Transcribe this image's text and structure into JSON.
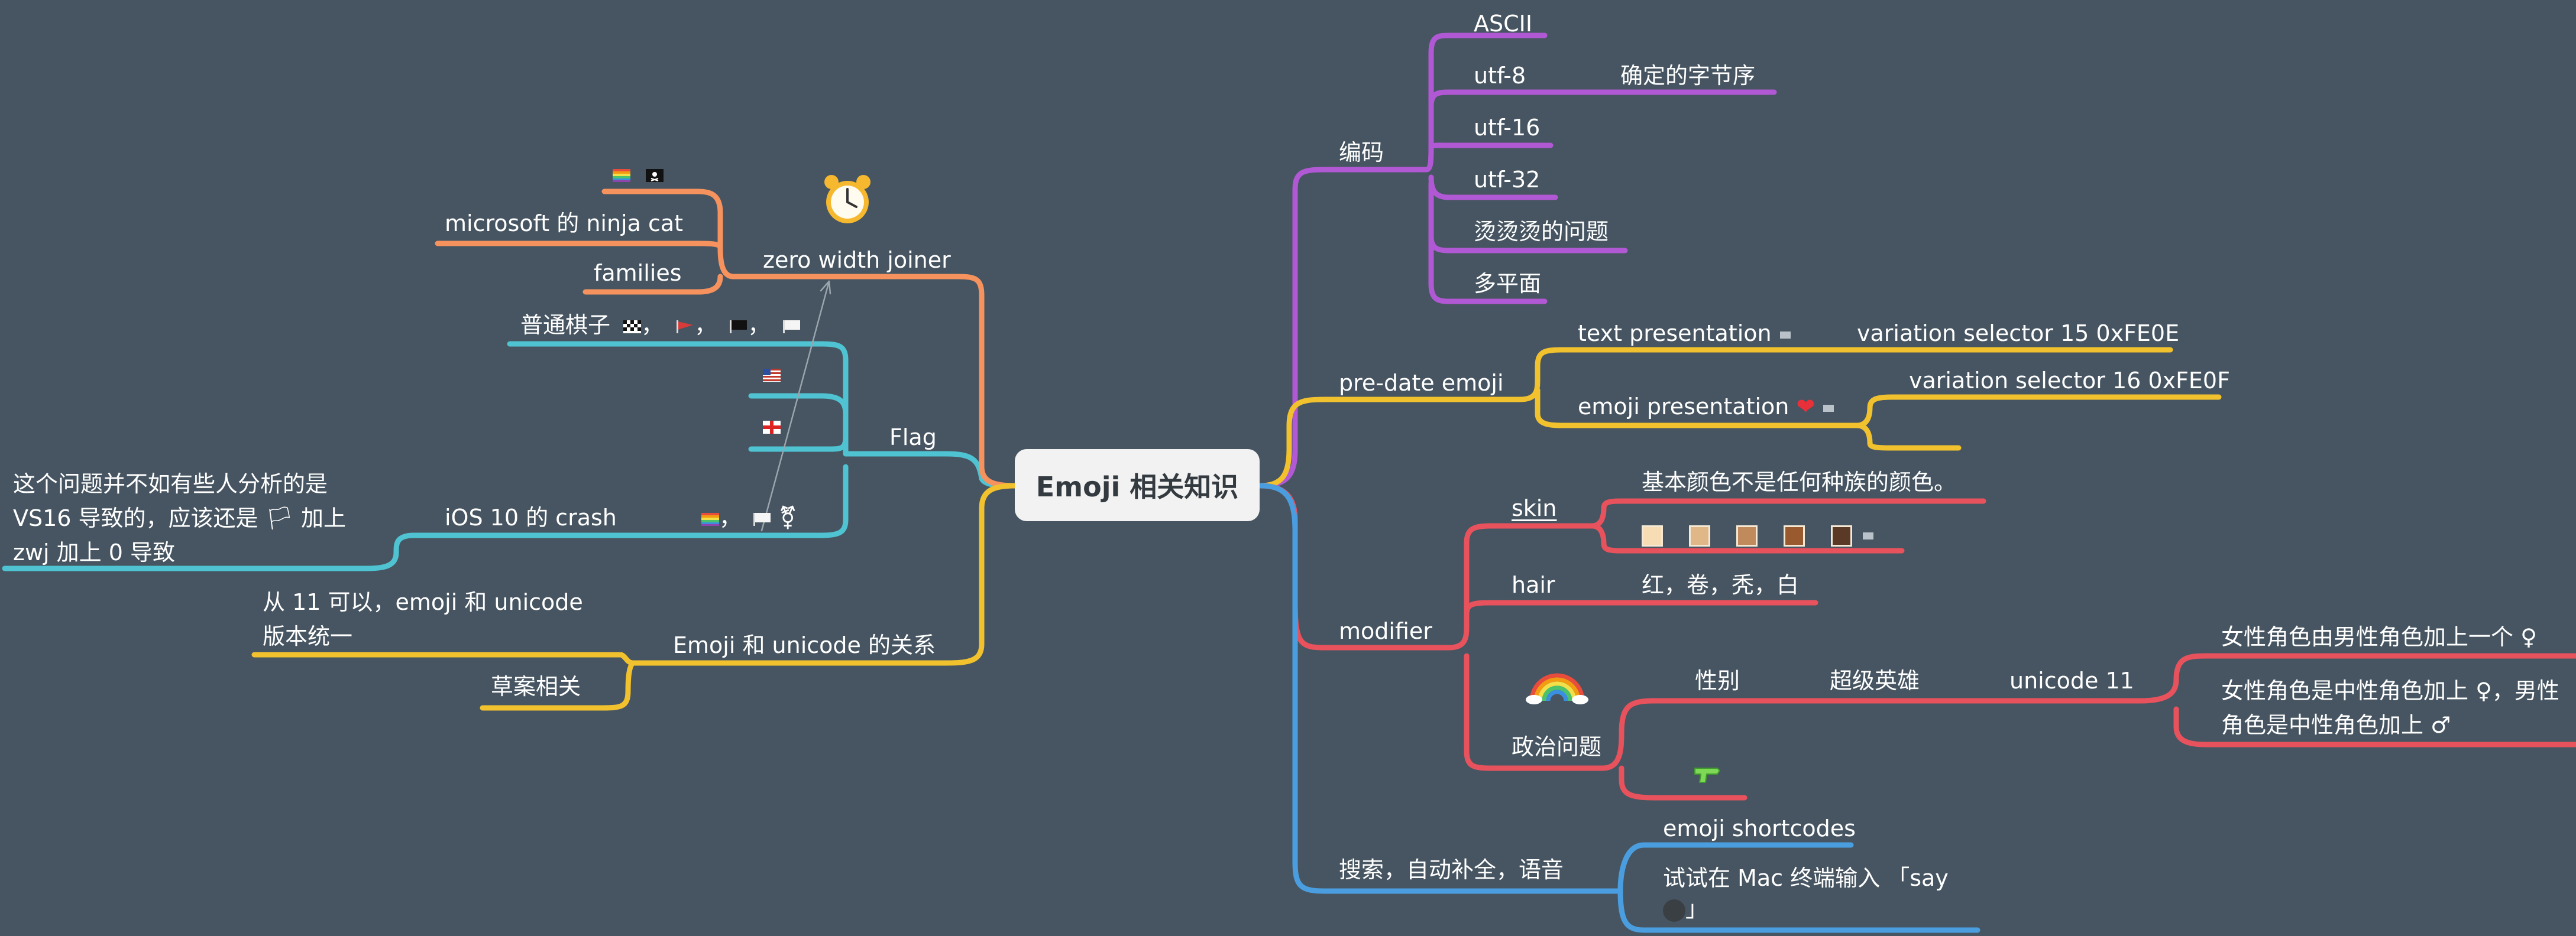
{
  "colors": {
    "background": "#465561",
    "purple": "#b158d4",
    "yellow": "#f2c12e",
    "red": "#e8525d",
    "blue": "#4a9ee0",
    "orange": "#f5925e",
    "cyan": "#4fc3d2",
    "root_box": "#f2f2f2"
  },
  "root": "Emoji 相关知识",
  "right": {
    "encoding": {
      "label": "编码",
      "items": [
        "ASCII",
        "utf-8",
        "确定的字节序",
        "utf-16",
        "utf-32",
        "烫烫烫的问题",
        "多平面"
      ]
    },
    "predate": {
      "label": "pre-date emoji",
      "text_presentation": "text presentation",
      "vs15": "variation selector 15 0xFE0E",
      "emoji_presentation": "emoji presentation",
      "vs16": "variation selector 16 0xFE0F"
    },
    "modifier": {
      "label": "modifier",
      "skin": "skin",
      "skin_desc": "基本颜色不是任何种族的颜色。",
      "skin_tones": [
        "#f7dcb4",
        "#e0b888",
        "#c08a5c",
        "#9a5a30",
        "#5a3a26"
      ],
      "hair": "hair",
      "hair_desc": "红，卷，秃，白",
      "politics": "政治问题",
      "gender": "性别",
      "superhero": "超级英雄",
      "unicode11": "unicode 11",
      "female_desc": "女性角色由男性角色加上一个 ♀",
      "female_neutral": "女性角色是中性角色加上 ♀，男性角色是中性角色加上 ♂"
    },
    "search": {
      "label": "搜索，自动补全，语音",
      "shortcodes": "emoji shortcodes",
      "say": "试试在 Mac 终端输入 「say",
      "say_end": "」"
    }
  },
  "left": {
    "zwj": {
      "label": "zero width joiner",
      "ninja": "microsoft 的 ninja cat",
      "families": "families"
    },
    "flag": {
      "label": "Flag",
      "chess": "普通棋子",
      "ios": "iOS 10 的 crash",
      "ios_note": "这个问题并不如有些人分析的是 VS16 导致的，应该还是 🏳 加上 zwj 加上 0 导致",
      "comma": "，"
    },
    "unicode": {
      "label": "Emoji 和 unicode 的关系",
      "unified": "从 11 可以，emoji 和 unicode 版本统一",
      "draft": "草案相关"
    }
  },
  "icons": [
    "alarm-clock-icon",
    "rainbow-icon",
    "water-pistol-icon",
    "heart-icon",
    "pirate-flag-icon",
    "rainbow-flag-icon",
    "chequered-flag-icon",
    "red-flag-icon",
    "black-flag-icon",
    "white-flag-icon",
    "us-flag-icon",
    "england-flag-icon",
    "transgender-symbol-icon",
    "gorilla-icon",
    "note-icon"
  ]
}
